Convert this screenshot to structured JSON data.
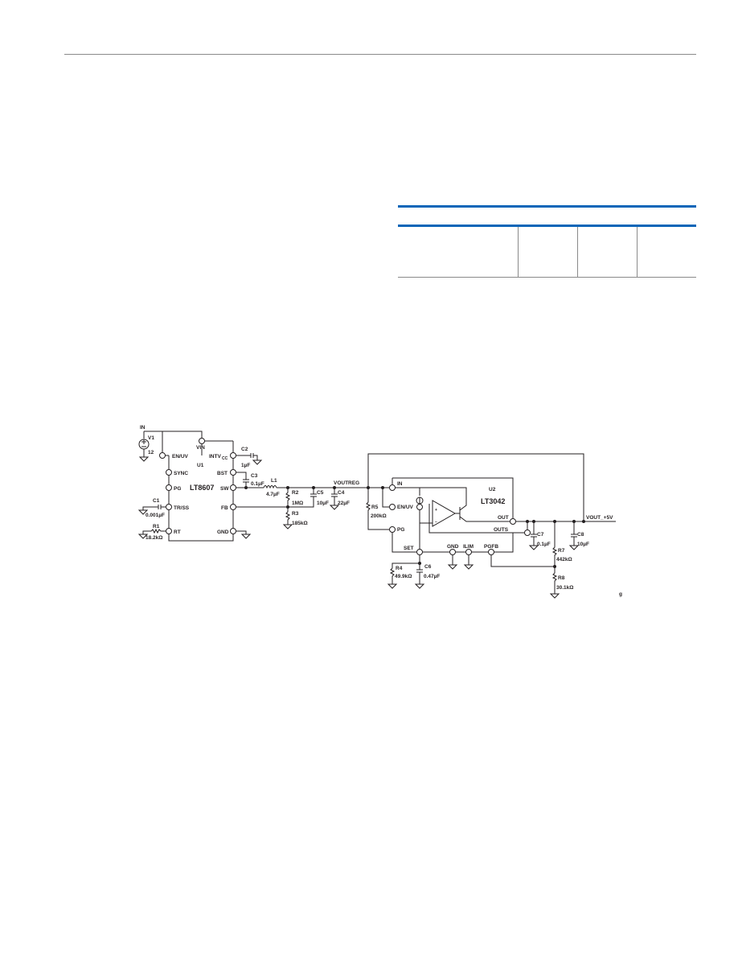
{
  "schematic": {
    "input_label": "IN",
    "v1_name": "V1",
    "v1_value": "12",
    "u1": {
      "ref": "U1",
      "part": "LT8607",
      "pins": {
        "en_uv": "EN/UV",
        "vin": "VIN",
        "intv": "INTV",
        "intv_sub": "CC",
        "sync": "SYNC",
        "bst": "BST",
        "pg": "PG",
        "sw": "SW",
        "tr_ss": "TR/SS",
        "fb": "FB",
        "rt": "RT",
        "gnd": "GND"
      }
    },
    "u2": {
      "ref": "U2",
      "part": "LT3042",
      "pins": {
        "in": "IN",
        "en_uv": "EN/UV",
        "pg": "PG",
        "set": "SET",
        "gnd": "GND",
        "ilim": "ILIM",
        "pgfb": "PGFB",
        "out": "OUT",
        "outs": "OUTS"
      }
    },
    "net_vout_reg": "VOUTREG",
    "net_vout": "VOUT_+5V",
    "components": {
      "c1": {
        "ref": "C1",
        "value": "0.001µF"
      },
      "c2": {
        "ref": "C2",
        "value": "1µF"
      },
      "c3": {
        "ref": "C3",
        "value": "0.1µF"
      },
      "c4": {
        "ref": "C4",
        "value": "22µF"
      },
      "c5": {
        "ref": "C5",
        "value": "10µF"
      },
      "c6": {
        "ref": "C6",
        "value": "0.47µF"
      },
      "c7": {
        "ref": "C7",
        "value": "0.1µF"
      },
      "c8": {
        "ref": "C8",
        "value": "10µF"
      },
      "l1": {
        "ref": "L1",
        "value": "4.7µF"
      },
      "r1": {
        "ref": "R1",
        "value": "18.2kΩ"
      },
      "r2": {
        "ref": "R2",
        "value": "1MΩ"
      },
      "r3": {
        "ref": "R3",
        "value": "185kΩ"
      },
      "r4": {
        "ref": "R4",
        "value": "49.9kΩ"
      },
      "r5": {
        "ref": "R5",
        "value": "200kΩ"
      },
      "r7": {
        "ref": "R7",
        "value": "442kΩ"
      },
      "r8": {
        "ref": "R8",
        "value": "30.1kΩ"
      }
    },
    "figure_mark": "g"
  }
}
